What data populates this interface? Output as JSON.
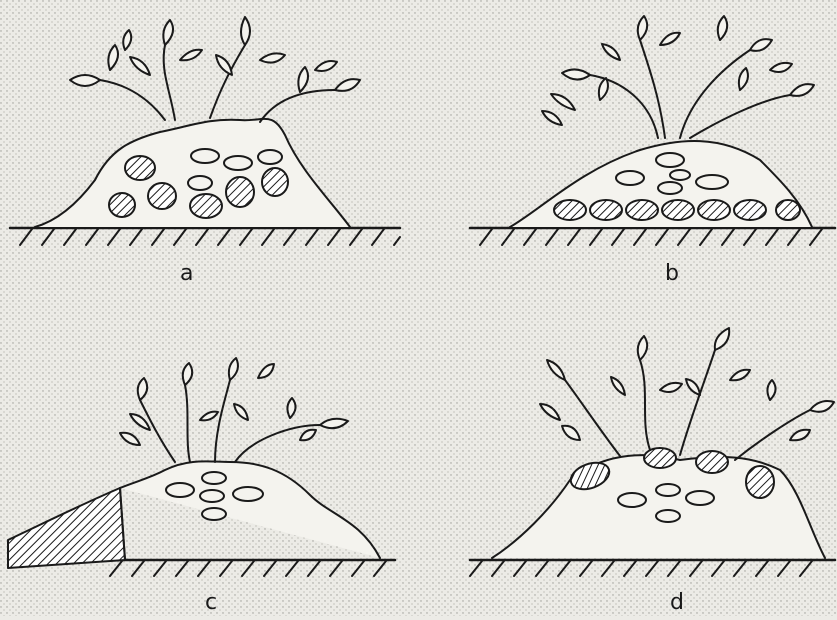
{
  "panels": [
    {
      "id": "a",
      "label": "a"
    },
    {
      "id": "b",
      "label": "b"
    },
    {
      "id": "c",
      "label": "c"
    },
    {
      "id": "d",
      "label": "d"
    }
  ],
  "colors": {
    "background": "#ecebe6",
    "ink": "#1a1a1a",
    "stipple": "#9a9a94"
  }
}
